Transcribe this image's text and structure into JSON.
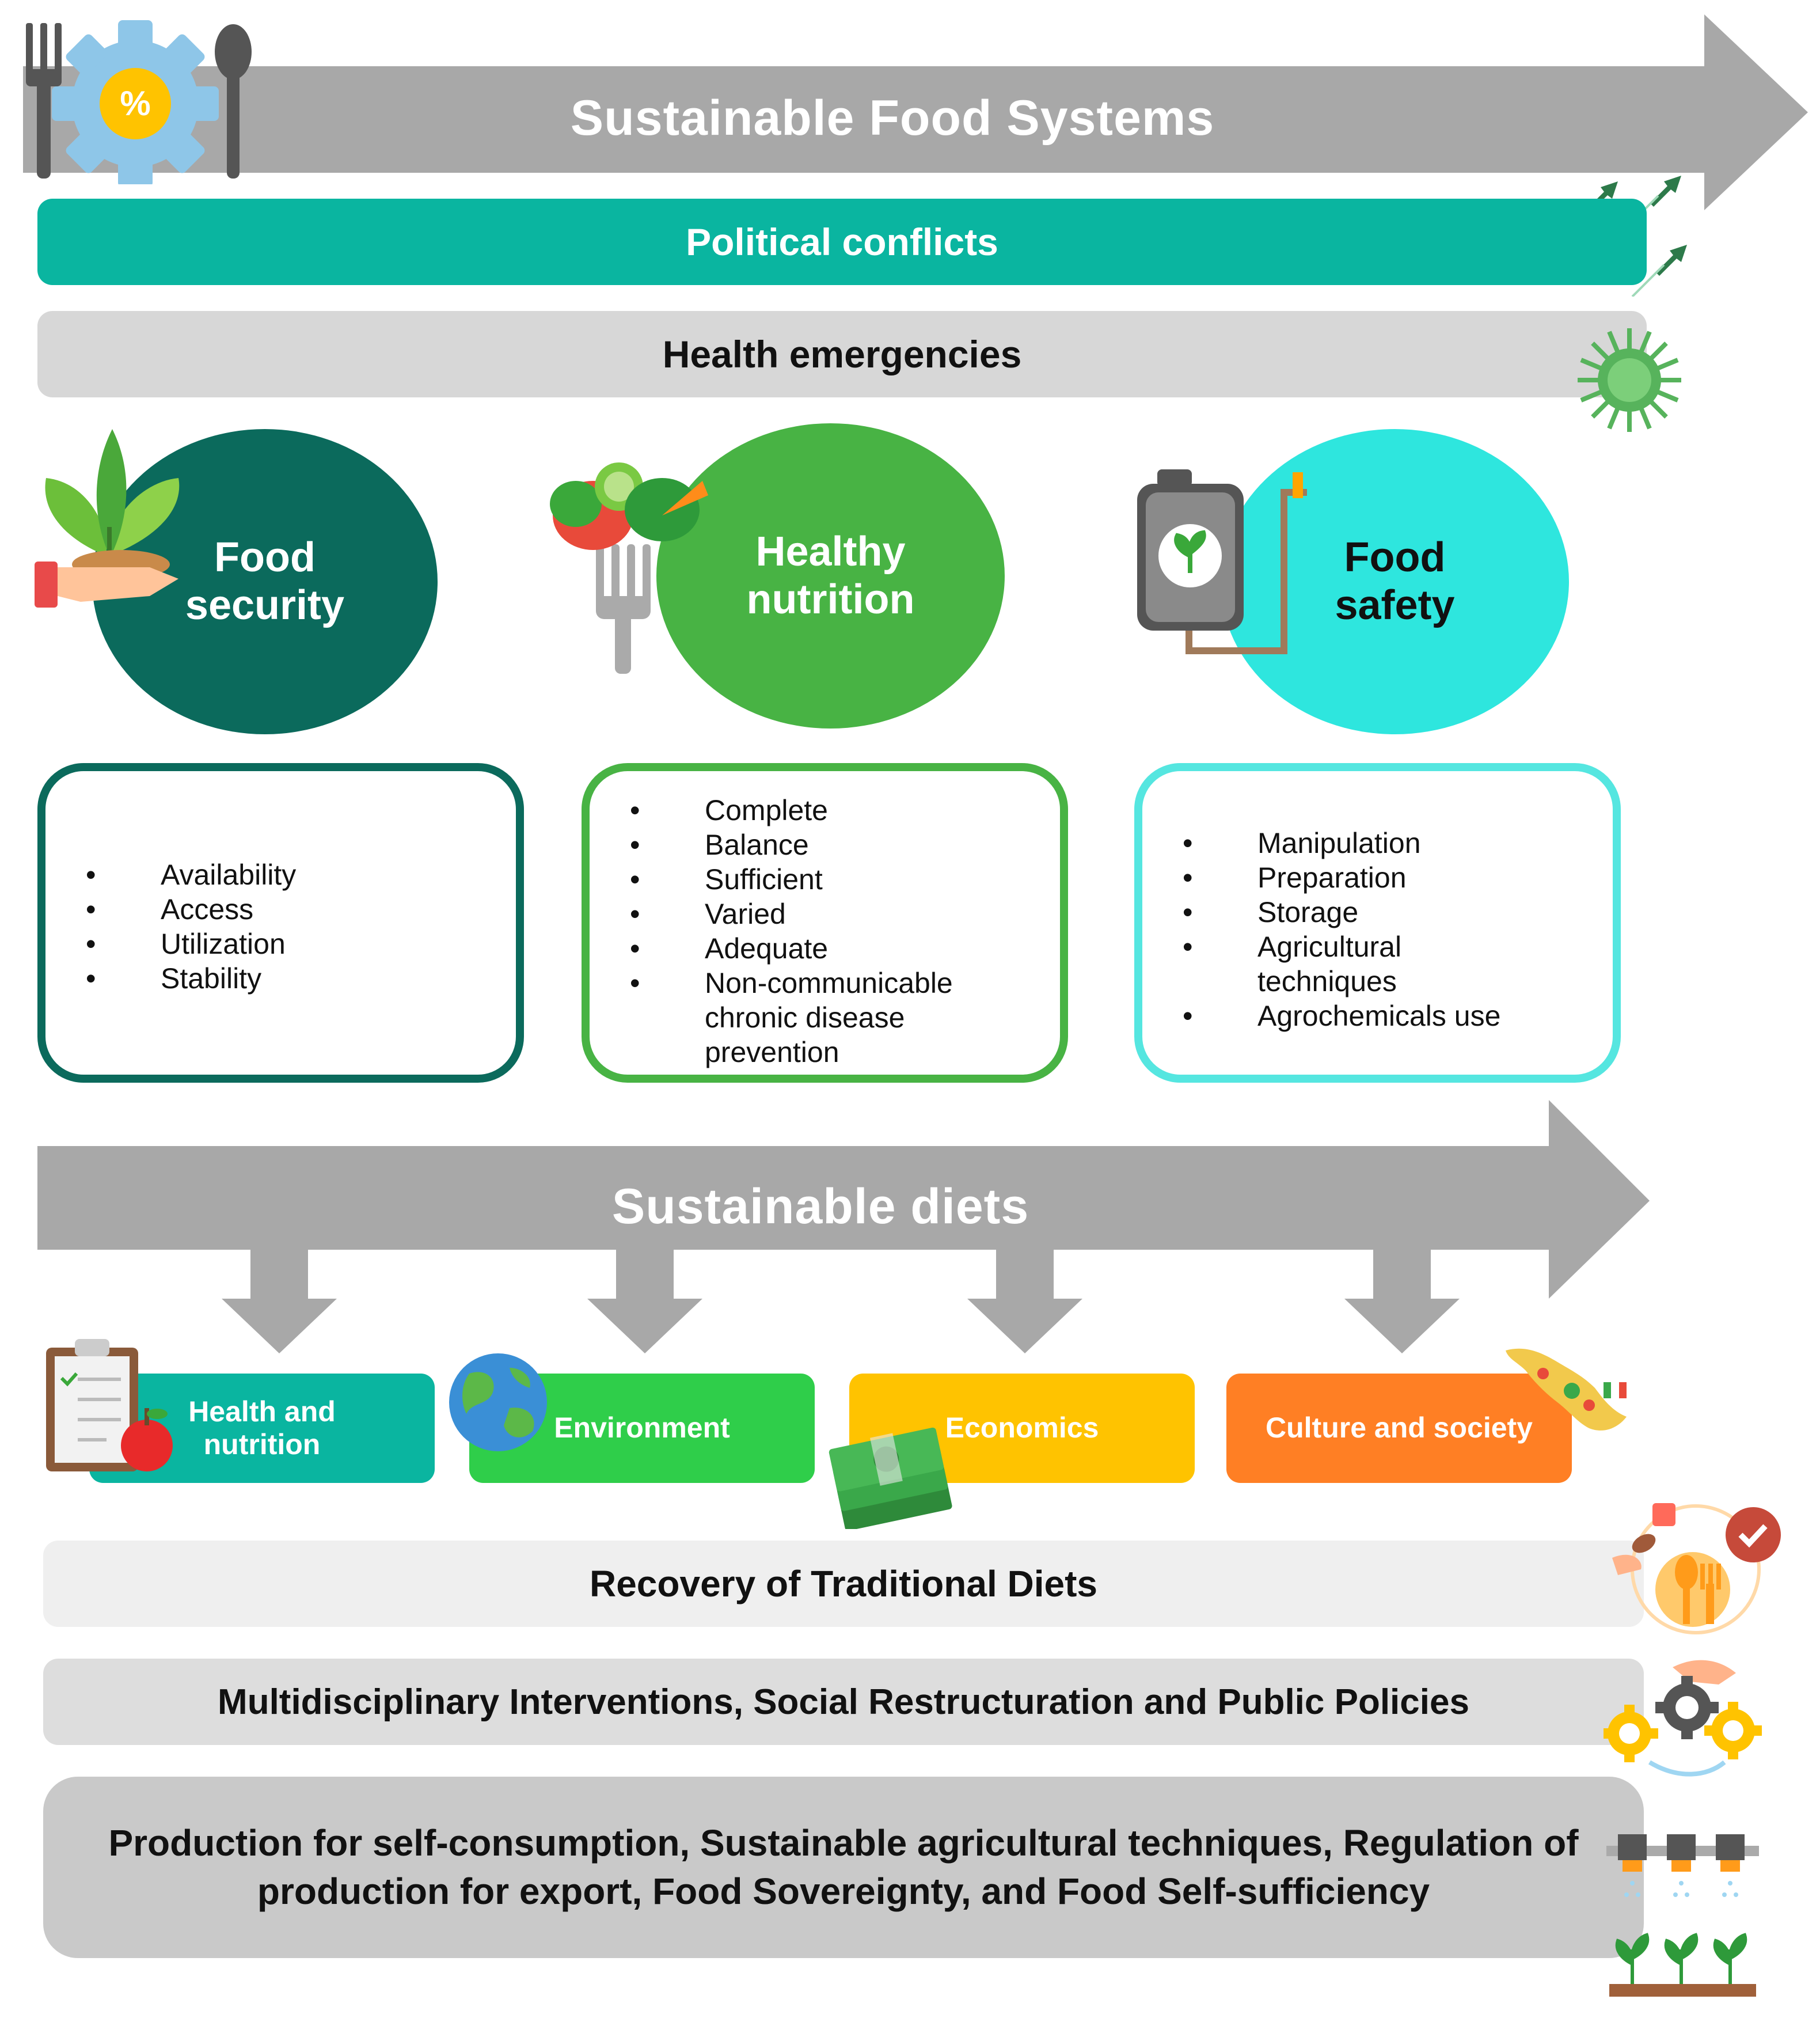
{
  "top_arrow": {
    "title": "Sustainable Food Systems"
  },
  "bands": {
    "political": "Political conflicts",
    "health": "Health emergencies"
  },
  "pillars": [
    {
      "title_line1": "Food",
      "title_line2": "security",
      "items": [
        "Availability",
        "Access",
        "Utilization",
        "Stability"
      ]
    },
    {
      "title_line1": "Healthy",
      "title_line2": "nutrition",
      "items": [
        "Complete",
        "Balance",
        "Sufficient",
        "Varied",
        "Adequate",
        "Non-communicable chronic disease prevention"
      ]
    },
    {
      "title_line1": "Food",
      "title_line2": "safety",
      "items": [
        "Manipulation",
        "Preparation",
        "Storage",
        "Agricultural techniques",
        "Agrochemicals use"
      ]
    }
  ],
  "mid_arrow": {
    "title": "Sustainable diets"
  },
  "categories": [
    {
      "line1": "Health and",
      "line2": "nutrition"
    },
    {
      "line1": "Environment",
      "line2": ""
    },
    {
      "line1": "Economics",
      "line2": ""
    },
    {
      "line1": "Culture and society",
      "line2": ""
    }
  ],
  "bottom_bands": {
    "recovery": "Recovery of Traditional Diets",
    "multi": "Multidisciplinary Interventions, Social Restructuration and Public Policies",
    "production_line1": "Production for self-consumption, Sustainable agricultural techniques, Regulation of",
    "production_line2": "production for export, Food Sovereignty, and Food Self-sufficiency"
  },
  "colors": {
    "arrow_gray": "#a8a8a8",
    "teal": "#0ab5a0",
    "dark_teal": "#0b6a5c",
    "green": "#48b344",
    "cyan": "#2ee6de",
    "yellow": "#ffc300",
    "orange": "#ff7f24"
  },
  "icons": [
    "fork-icon",
    "gear-percent-icon",
    "spoon-icon",
    "jets-icon",
    "virus-icon",
    "plant-hand-icon",
    "fork-vegetables-icon",
    "sprayer-icon",
    "clipboard-apple-icon",
    "globe-icon",
    "money-icon",
    "map-icon",
    "feedback-cycle-icon",
    "gears-hand-icon",
    "irrigation-icon"
  ]
}
